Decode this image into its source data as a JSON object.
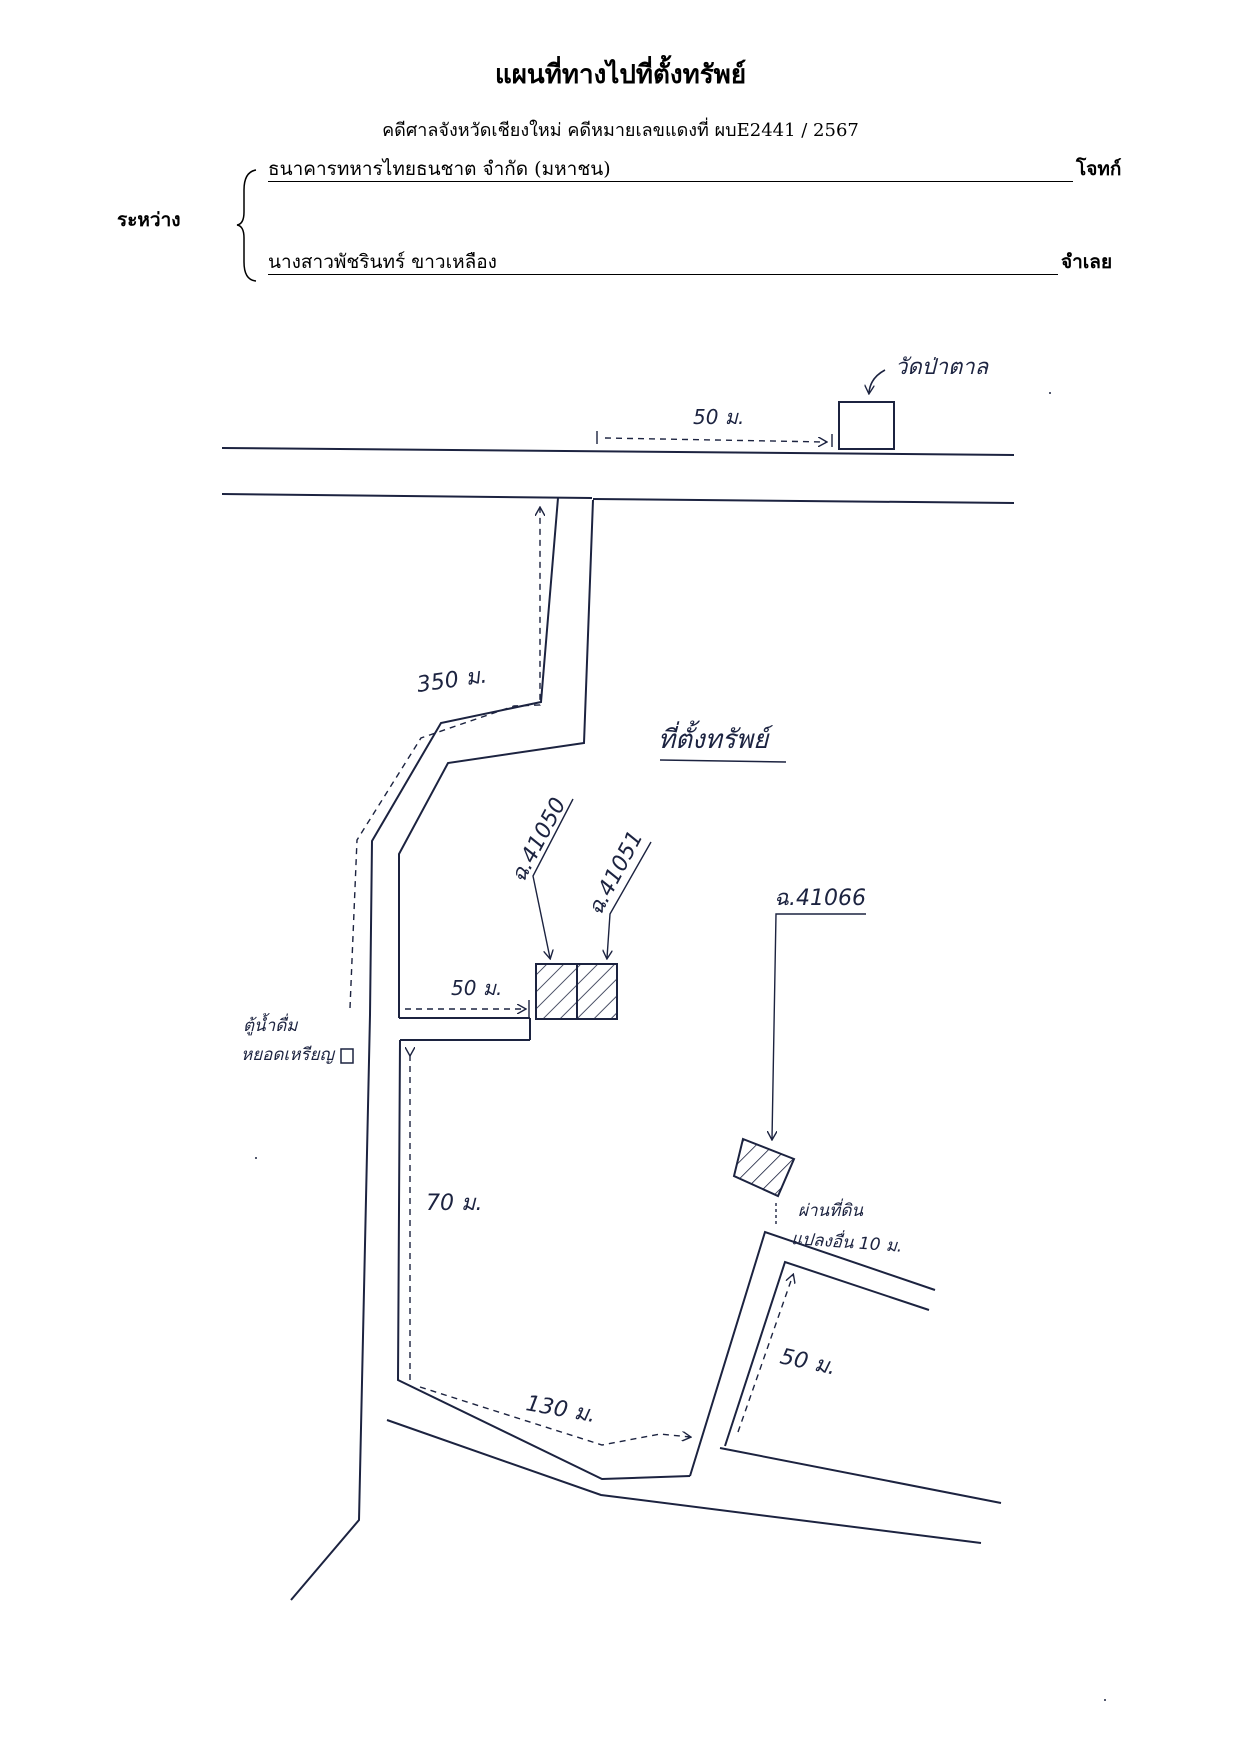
{
  "header": {
    "title": "แผนที่ทางไปที่ตั้งทรัพย์",
    "case_line": "คดีศาลจังหวัดเชียงใหม่   คดีหมายเลขแดงที่ ผบE2441 / 2567",
    "between_label": "ระหว่าง"
  },
  "parties": {
    "plaintiff_name": "ธนาคารทหารไทยธนชาต จำกัด (มหาชน)",
    "plaintiff_role": "โจทก์",
    "defendant_name": "นางสาวพัชรินทร์  ขาวเหลือง",
    "defendant_role": "จำเลย"
  },
  "map": {
    "temple_label": "วัดป่าตาล",
    "dist_temple": "50 ม.",
    "dist_north_road": "350 ม.",
    "property_label": "ที่ตั้งทรัพย์",
    "plot_a": "ฉ.41050",
    "plot_b": "ฉ.41051",
    "plot_c": "ฉ.41066",
    "dist_side_road": "50 ม.",
    "water_station_line1": "ตู้น้ำดื่ม",
    "water_station_line2": "หยอดเหรียญ",
    "dist_south": "70 ม.",
    "path_note_line1": "ผ่านที่ดิน",
    "path_note_line2": "แปลงอื่น 10 ม.",
    "dist_east": "50 ม.",
    "dist_bottom": "130 ม."
  },
  "colors": {
    "ink": "#1c2340",
    "print": "#000000"
  }
}
